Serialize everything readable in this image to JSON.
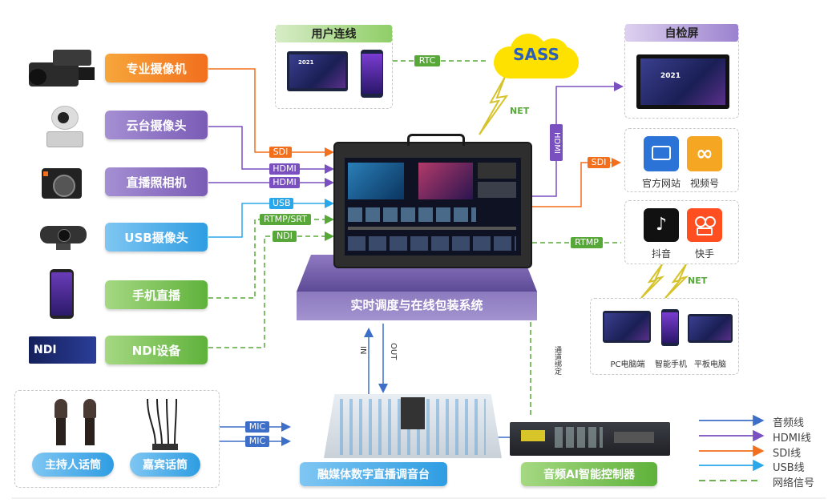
{
  "inputs": {
    "pro_camera": "专业摄像机",
    "ptz_camera": "云台摄像头",
    "live_camera": "直播照相机",
    "usb_camera": "USB摄像头",
    "phone_live": "手机直播",
    "ndi_device": "NDI设备"
  },
  "ndi_logo": "NDI",
  "signal_tags": {
    "sdi_in": "SDI",
    "hdmi_in_1": "HDMI",
    "hdmi_in_2": "HDMI",
    "usb_in": "USB",
    "rtmp_srt": "RTMP/SRT",
    "ndi_in": "NDI",
    "rtc": "RTC",
    "net_top": "NET",
    "hdmi_out": "HDMI",
    "sdi_out": "SDI",
    "rtmp_out": "RTMP",
    "net_bottom": "NET",
    "mic_1": "MIC",
    "mic_2": "MIC",
    "audio_in": "IN",
    "audio_out": "OUT",
    "channel_bind": "通道绑定"
  },
  "user_link": {
    "header": "用户连线"
  },
  "cloud": {
    "label": "SASS"
  },
  "self_check": {
    "header": "自检屏"
  },
  "screen_text": {
    "year": "2021"
  },
  "platforms": {
    "official_site": "官方网站",
    "video_channel": "视频号",
    "douyin": "抖音",
    "kuaishou": "快手"
  },
  "devices": {
    "pc": "PC电脑端",
    "phone": "智能手机",
    "tablet": "平板电脑"
  },
  "center": {
    "label": "实时调度与在线包装系统"
  },
  "mics": {
    "host": "主持人话筒",
    "guest": "嘉宾话筒"
  },
  "mixer": {
    "label": "融媒体数字直播调音台"
  },
  "controller": {
    "label": "音频AI智能控制器"
  },
  "legend": {
    "audio": "音频线",
    "hdmi": "HDMI线",
    "sdi": "SDI线",
    "usb": "USB线",
    "network": "网络信号"
  },
  "colors": {
    "audio": "#3d6fc9",
    "hdmi": "#7a4fc0",
    "sdi": "#f26f1e",
    "usb": "#2aa7ea",
    "network": "#57a838",
    "center_platform": "#6d58a6"
  }
}
